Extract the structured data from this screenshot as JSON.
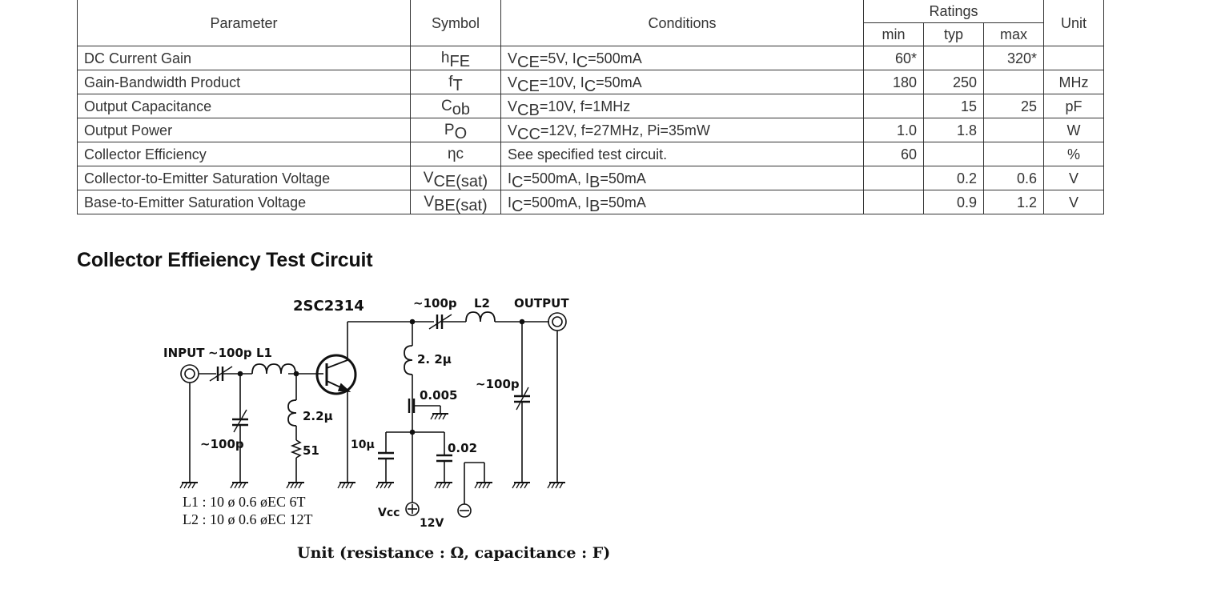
{
  "table": {
    "headers": {
      "parameter": "Parameter",
      "symbol": "Symbol",
      "conditions": "Conditions",
      "ratings": "Ratings",
      "min": "min",
      "typ": "typ",
      "max": "max",
      "unit": "Unit"
    },
    "rows": [
      {
        "parameter": "DC Current Gain",
        "symbol": {
          "main": "h",
          "sub": "FE"
        },
        "conditions": [
          {
            "t": "V"
          },
          {
            "s": "CE"
          },
          {
            "t": "=5V, I"
          },
          {
            "s": "C"
          },
          {
            "t": "=500mA"
          }
        ],
        "min": "60*",
        "typ": "",
        "max": "320*",
        "unit": ""
      },
      {
        "parameter": "Gain-Bandwidth Product",
        "symbol": {
          "main": "f",
          "sub": "T"
        },
        "conditions": [
          {
            "t": "V"
          },
          {
            "s": "CE"
          },
          {
            "t": "=10V, I"
          },
          {
            "s": "C"
          },
          {
            "t": "=50mA"
          }
        ],
        "min": "180",
        "typ": "250",
        "max": "",
        "unit": "MHz"
      },
      {
        "parameter": "Output Capacitance",
        "symbol": {
          "main": "C",
          "sub": "ob"
        },
        "conditions": [
          {
            "t": "V"
          },
          {
            "s": "CB"
          },
          {
            "t": "=10V, f=1MHz"
          }
        ],
        "min": "",
        "typ": "15",
        "max": "25",
        "unit": "pF"
      },
      {
        "parameter": "Output Power",
        "symbol": {
          "main": "P",
          "sub": "O"
        },
        "conditions": [
          {
            "t": "V"
          },
          {
            "s": "CC"
          },
          {
            "t": "=12V, f=27MHz, Pi=35mW"
          }
        ],
        "min": "1.0",
        "typ": "1.8",
        "max": "",
        "unit": "W"
      },
      {
        "parameter": "Collector Efficiency",
        "symbol": {
          "main": "ηc",
          "sub": ""
        },
        "conditions": [
          {
            "t": "See specified test circuit."
          }
        ],
        "min": "60",
        "typ": "",
        "max": "",
        "unit": "%"
      },
      {
        "parameter": "Collector-to-Emitter Saturation Voltage",
        "symbol": {
          "main": "V",
          "sub": "CE(sat)"
        },
        "conditions": [
          {
            "t": "I"
          },
          {
            "s": "C"
          },
          {
            "t": "=500mA, I"
          },
          {
            "s": "B"
          },
          {
            "t": "=50mA"
          }
        ],
        "min": "",
        "typ": "0.2",
        "max": "0.6",
        "unit": "V"
      },
      {
        "parameter": "Base-to-Emitter Saturation Voltage",
        "symbol": {
          "main": "V",
          "sub": "BE(sat)"
        },
        "conditions": [
          {
            "t": "I"
          },
          {
            "s": "C"
          },
          {
            "t": "=500mA, I"
          },
          {
            "s": "B"
          },
          {
            "t": "=50mA"
          }
        ],
        "min": "",
        "typ": "0.9",
        "max": "1.2",
        "unit": "V"
      }
    ]
  },
  "section": {
    "heading": "Collector Effieiency Test Circuit"
  },
  "circuit": {
    "transistor": "2SC2314",
    "input_label": "INPUT",
    "output_label": "OUTPUT",
    "input_cap": "~100p",
    "l1": "L1",
    "shunt_cap_in": "~100p",
    "choke_base": "2.2µ",
    "resistor": "51",
    "out_cap": "~100p",
    "l2": "L2",
    "choke_coll": "2. 2µ",
    "bypass_1": "0.005",
    "electrolytic": "10µ",
    "bypass_2": "0.02",
    "shunt_cap_out": "~100p",
    "vcc_label": "Vcc",
    "vcc_value": "12V",
    "coil_note_1": "L1 : 10 ø  0.6 øEC  6T",
    "coil_note_2": "L2 : 10 ø  0.6 øEC  12T"
  },
  "unit_note": "Unit (resistance : Ω, capacitance : F)"
}
